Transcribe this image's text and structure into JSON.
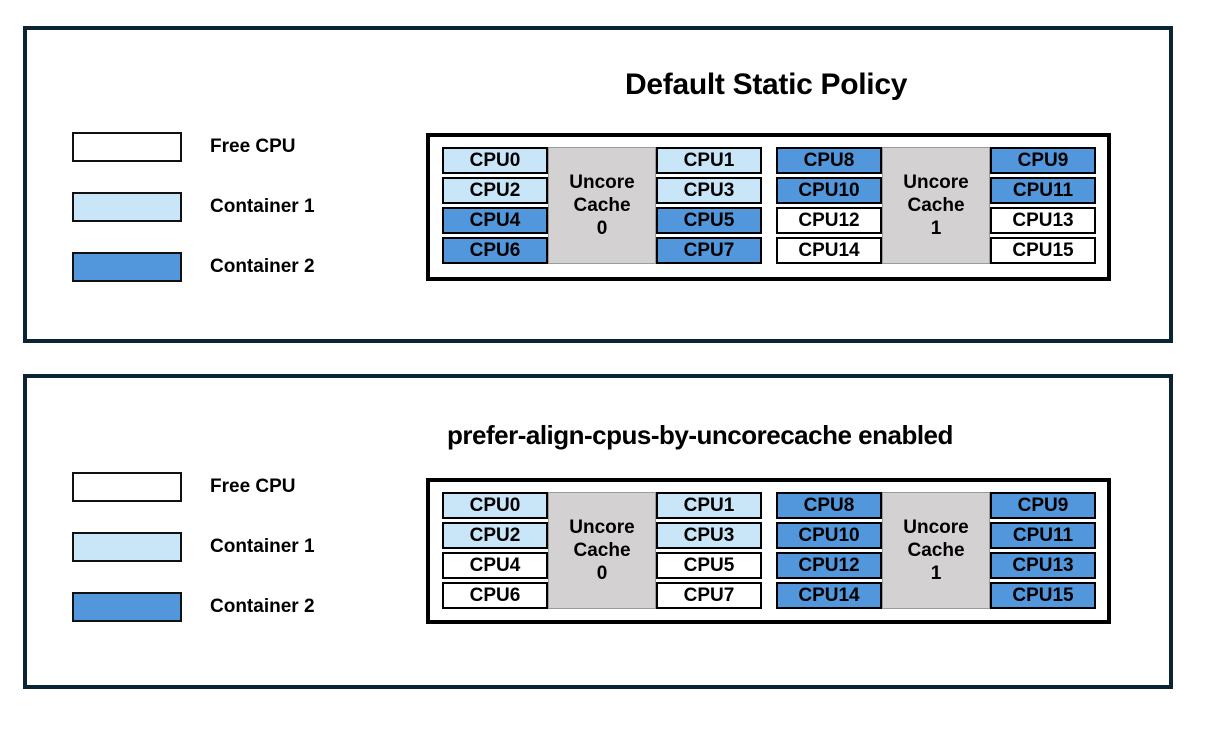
{
  "colors": {
    "free": "#FFFFFF",
    "container1": "#C8E6F7",
    "container2": "#5296DB",
    "cache_gray": "#D3D1D1",
    "panel_border": "#0A2433",
    "cell_border": "#000000"
  },
  "legend": {
    "items": [
      {
        "label": "Free CPU",
        "state": "free"
      },
      {
        "label": "Container 1",
        "state": "container1"
      },
      {
        "label": "Container 2",
        "state": "container2"
      }
    ]
  },
  "panels": [
    {
      "title": "Default Static Policy",
      "groups": [
        {
          "cache_label_lines": [
            "Uncore",
            "Cache",
            "0"
          ],
          "left_cpus": [
            {
              "label": "CPU0",
              "state": "container1"
            },
            {
              "label": "CPU2",
              "state": "container1"
            },
            {
              "label": "CPU4",
              "state": "container2"
            },
            {
              "label": "CPU6",
              "state": "container2"
            }
          ],
          "right_cpus": [
            {
              "label": "CPU1",
              "state": "container1"
            },
            {
              "label": "CPU3",
              "state": "container1"
            },
            {
              "label": "CPU5",
              "state": "container2"
            },
            {
              "label": "CPU7",
              "state": "container2"
            }
          ]
        },
        {
          "cache_label_lines": [
            "Uncore",
            "Cache",
            "1"
          ],
          "left_cpus": [
            {
              "label": "CPU8",
              "state": "container2"
            },
            {
              "label": "CPU10",
              "state": "container2"
            },
            {
              "label": "CPU12",
              "state": "free"
            },
            {
              "label": "CPU14",
              "state": "free"
            }
          ],
          "right_cpus": [
            {
              "label": "CPU9",
              "state": "container2"
            },
            {
              "label": "CPU11",
              "state": "container2"
            },
            {
              "label": "CPU13",
              "state": "free"
            },
            {
              "label": "CPU15",
              "state": "free"
            }
          ]
        }
      ]
    },
    {
      "title": "prefer-align-cpus-by-uncorecache enabled",
      "groups": [
        {
          "cache_label_lines": [
            "Uncore",
            "Cache",
            "0"
          ],
          "left_cpus": [
            {
              "label": "CPU0",
              "state": "container1"
            },
            {
              "label": "CPU2",
              "state": "container1"
            },
            {
              "label": "CPU4",
              "state": "free"
            },
            {
              "label": "CPU6",
              "state": "free"
            }
          ],
          "right_cpus": [
            {
              "label": "CPU1",
              "state": "container1"
            },
            {
              "label": "CPU3",
              "state": "container1"
            },
            {
              "label": "CPU5",
              "state": "free"
            },
            {
              "label": "CPU7",
              "state": "free"
            }
          ]
        },
        {
          "cache_label_lines": [
            "Uncore",
            "Cache",
            "1"
          ],
          "left_cpus": [
            {
              "label": "CPU8",
              "state": "container2"
            },
            {
              "label": "CPU10",
              "state": "container2"
            },
            {
              "label": "CPU12",
              "state": "container2"
            },
            {
              "label": "CPU14",
              "state": "container2"
            }
          ],
          "right_cpus": [
            {
              "label": "CPU9",
              "state": "container2"
            },
            {
              "label": "CPU11",
              "state": "container2"
            },
            {
              "label": "CPU13",
              "state": "container2"
            },
            {
              "label": "CPU15",
              "state": "container2"
            }
          ]
        }
      ]
    }
  ]
}
